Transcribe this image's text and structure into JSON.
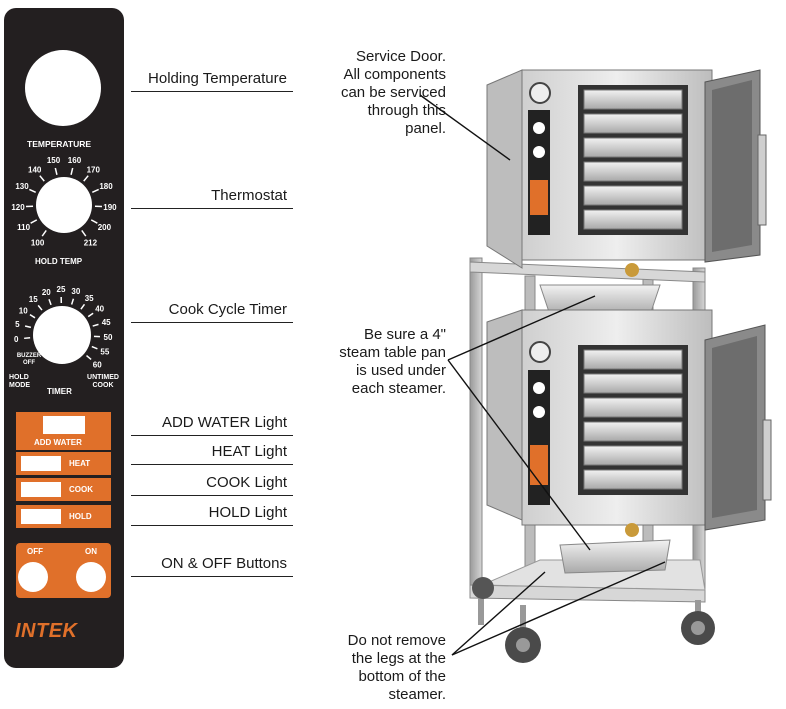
{
  "panel": {
    "temperature_title": "TEMPERATURE",
    "thermo_ticks": [
      "100",
      "110",
      "120",
      "130",
      "140",
      "150",
      "160",
      "170",
      "180",
      "190",
      "200",
      "212"
    ],
    "hold_temp_label": "HOLD TEMP",
    "timer_ticks": [
      "0",
      "5",
      "10",
      "15",
      "20",
      "25",
      "30",
      "35",
      "40",
      "45",
      "50",
      "55",
      "60"
    ],
    "buzzer_label": "BUZZER OFF",
    "hold_mode_label": "HOLD MODE",
    "timer_label": "TIMER",
    "untimed_label": "UNTIMED COOK",
    "add_water_label": "ADD WATER",
    "heat_label": "HEAT",
    "cook_label": "COOK",
    "hold_label": "HOLD",
    "off_label": "OFF",
    "on_label": "ON",
    "brand": "INTEK",
    "accent_color": "#e0702a",
    "panel_color": "#231f20"
  },
  "labels": {
    "holding_temperature": "Holding Temperature",
    "thermostat": "Thermostat",
    "cook_cycle_timer": "Cook Cycle Timer",
    "add_water_light": "ADD WATER Light",
    "heat_light": "HEAT Light",
    "cook_light": "COOK Light",
    "hold_light": "HOLD Light",
    "on_off_buttons": "ON & OFF Buttons"
  },
  "callouts": {
    "service_door": [
      "Service Door.",
      "All components",
      "can be serviced",
      "through this",
      "panel."
    ],
    "steam_pan": [
      "Be sure a 4\"",
      "steam table pan",
      "is used under",
      "each steamer."
    ],
    "legs": [
      "Do not remove",
      "the legs at the",
      "bottom of the",
      "steamer."
    ]
  }
}
